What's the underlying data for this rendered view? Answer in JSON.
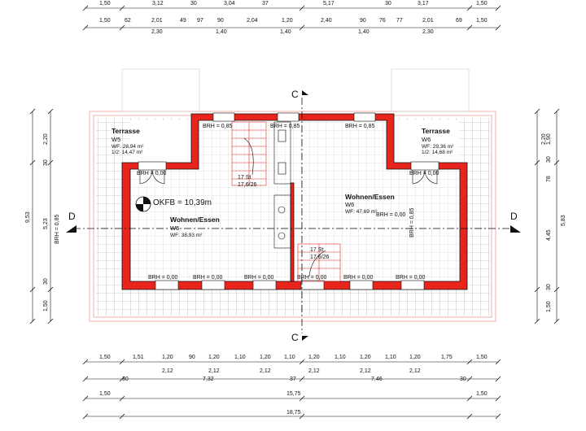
{
  "dims": {
    "top_row1": [
      "1,50",
      "3,12",
      "30",
      "3,04",
      "37",
      "5,17",
      "30",
      "3,17",
      "1,50"
    ],
    "top_row2": [
      "1,50",
      "62",
      "2,01",
      "49",
      "97",
      "90",
      "2,04",
      "1,20",
      "2,40",
      "90",
      "76",
      "77",
      "2,01",
      "69",
      "1,50"
    ],
    "top_row3": [
      "2,30",
      "1,40",
      "1,40",
      "1,40",
      "2,30"
    ],
    "bottom_row1": [
      "1,50",
      "1,51",
      "1,20",
      "90",
      "1,20",
      "1,10",
      "1,20",
      "1,10",
      "1,20",
      "1,10",
      "1,20",
      "1,10",
      "1,20",
      "1,75",
      "1,50"
    ],
    "bottom_row2": [
      "2,12",
      "2,12",
      "2,12",
      "2,12",
      "2,12",
      "2,12"
    ],
    "bottom_row3": [
      "30",
      "7,32",
      "37",
      "7,46",
      "30"
    ],
    "bottom_row4": [
      "1,50",
      "15,75",
      "1,50"
    ],
    "bottom_row5": [
      "18,75"
    ],
    "left_outer": [
      "9,53"
    ],
    "left_inner": [
      "2,20",
      "30",
      "5,23",
      "30",
      "1,50"
    ],
    "left_brh": "BRH = 0,85",
    "right_inner": [
      "2,20",
      "1,90",
      "30",
      "78",
      "4,45",
      "30",
      "1,50"
    ],
    "right_outer": [
      "5,83"
    ]
  },
  "sections": {
    "c": "C",
    "d": "D"
  },
  "rooms": {
    "terrasse_w5": {
      "title": "Terrasse",
      "unit": "W5",
      "wf": "WF: 28,94  m²",
      "half": "1/2: 14,47  m²"
    },
    "terrasse_w6": {
      "title": "Terrasse",
      "unit": "W6",
      "wf": "WF: 29,36  m²",
      "half": "1/2: 14,68  m²"
    },
    "wohnen_w5": {
      "title": "Wohnen/Essen",
      "unit": "W5",
      "wf": "WF: 38,93  m²"
    },
    "wohnen_w6": {
      "title": "Wohnen/Essen",
      "unit": "W6",
      "wf": "WF: 47,69  m²"
    }
  },
  "okfb": "OKFB = 10,39m",
  "stairs": {
    "upper": {
      "steps": "17 St",
      "ratio": "17,6/26"
    },
    "lower": {
      "steps": "17 St",
      "ratio": "17,6/26"
    }
  },
  "brh": {
    "top_left": "BRH = 0,85",
    "top_mid": "BRH = 0,85",
    "top_right": "BRH = 0,85",
    "door_left": "BRH = 0,00",
    "door_right": "BRH = 0,00",
    "right_wall_v": "BRH = 0,85",
    "right_mid": "BRH = 0,00",
    "bottom": [
      "BRH = 0,00",
      "BRH = 0,00",
      "BRH = 0,00",
      "BRH = 0,00",
      "BRH = 0,00",
      "BRH = 0,00"
    ]
  },
  "colors": {
    "wall": "#e8241c",
    "outline": "#111111",
    "grid": "#9a9a9a",
    "stair": "#e2302a",
    "roof_edge": "#f0b0aa"
  }
}
